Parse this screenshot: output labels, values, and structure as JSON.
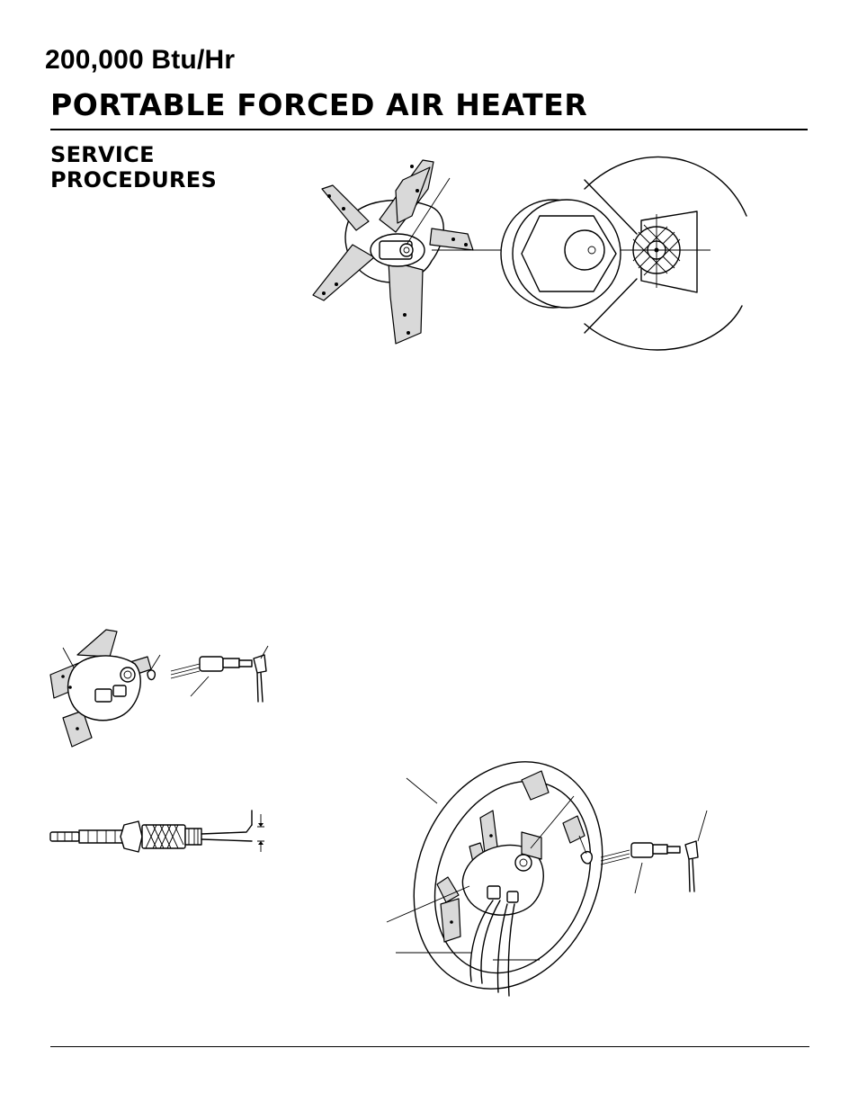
{
  "header": {
    "subtitle": "200,000 Btu/Hr",
    "title": "PORTABLE FORCED AIR HEATER"
  },
  "section": {
    "title_line1": "SERVICE",
    "title_line2": "PROCEDURES"
  },
  "figures": [
    {
      "id": "nozzle-adapter",
      "description_icon": "nozzle-assembly-with-magnified-inset"
    },
    {
      "id": "spark-plug-removal",
      "description_icon": "exploded-spark-plug-assembly"
    },
    {
      "id": "spark-plug-gap",
      "description_icon": "spark-plug-electrode-gap"
    },
    {
      "id": "burner-exploded",
      "description_icon": "burner-head-exploded-view"
    }
  ],
  "colors": {
    "ink": "#000000",
    "paper": "#ffffff",
    "shade": "#d9d9d9"
  }
}
